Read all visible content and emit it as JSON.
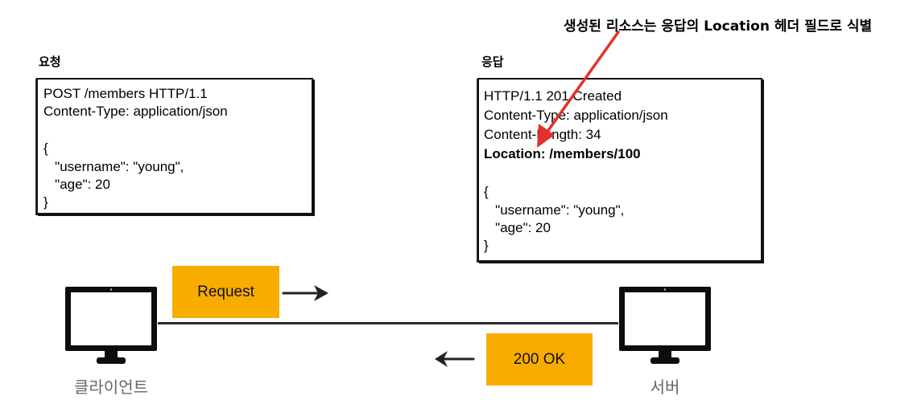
{
  "callout": "생성된 리소스는 응답의 Location 헤더 필드로 식별",
  "request": {
    "label": "요청",
    "lines": [
      "POST /members HTTP/1.1",
      "Content-Type: application/json",
      "",
      "{",
      "   \"username\": \"young\",",
      "   \"age\": 20",
      "}"
    ]
  },
  "response": {
    "label": "응답",
    "lines": [
      "HTTP/1.1 201 Created",
      "Content-Type: application/json",
      "Content-Length: 34",
      "Location: /members/100",
      "",
      "{",
      "   \"username\": \"young\",",
      "   \"age\": 20",
      "}"
    ]
  },
  "flow": {
    "request_tag": "Request",
    "response_tag": "200 OK"
  },
  "devices": {
    "client": "클라이언트",
    "server": "서버"
  },
  "colors": {
    "tag_fill": "#f8ac00",
    "callout_arrow": "#e0322b",
    "ink": "#111111",
    "device_label": "#666666"
  }
}
